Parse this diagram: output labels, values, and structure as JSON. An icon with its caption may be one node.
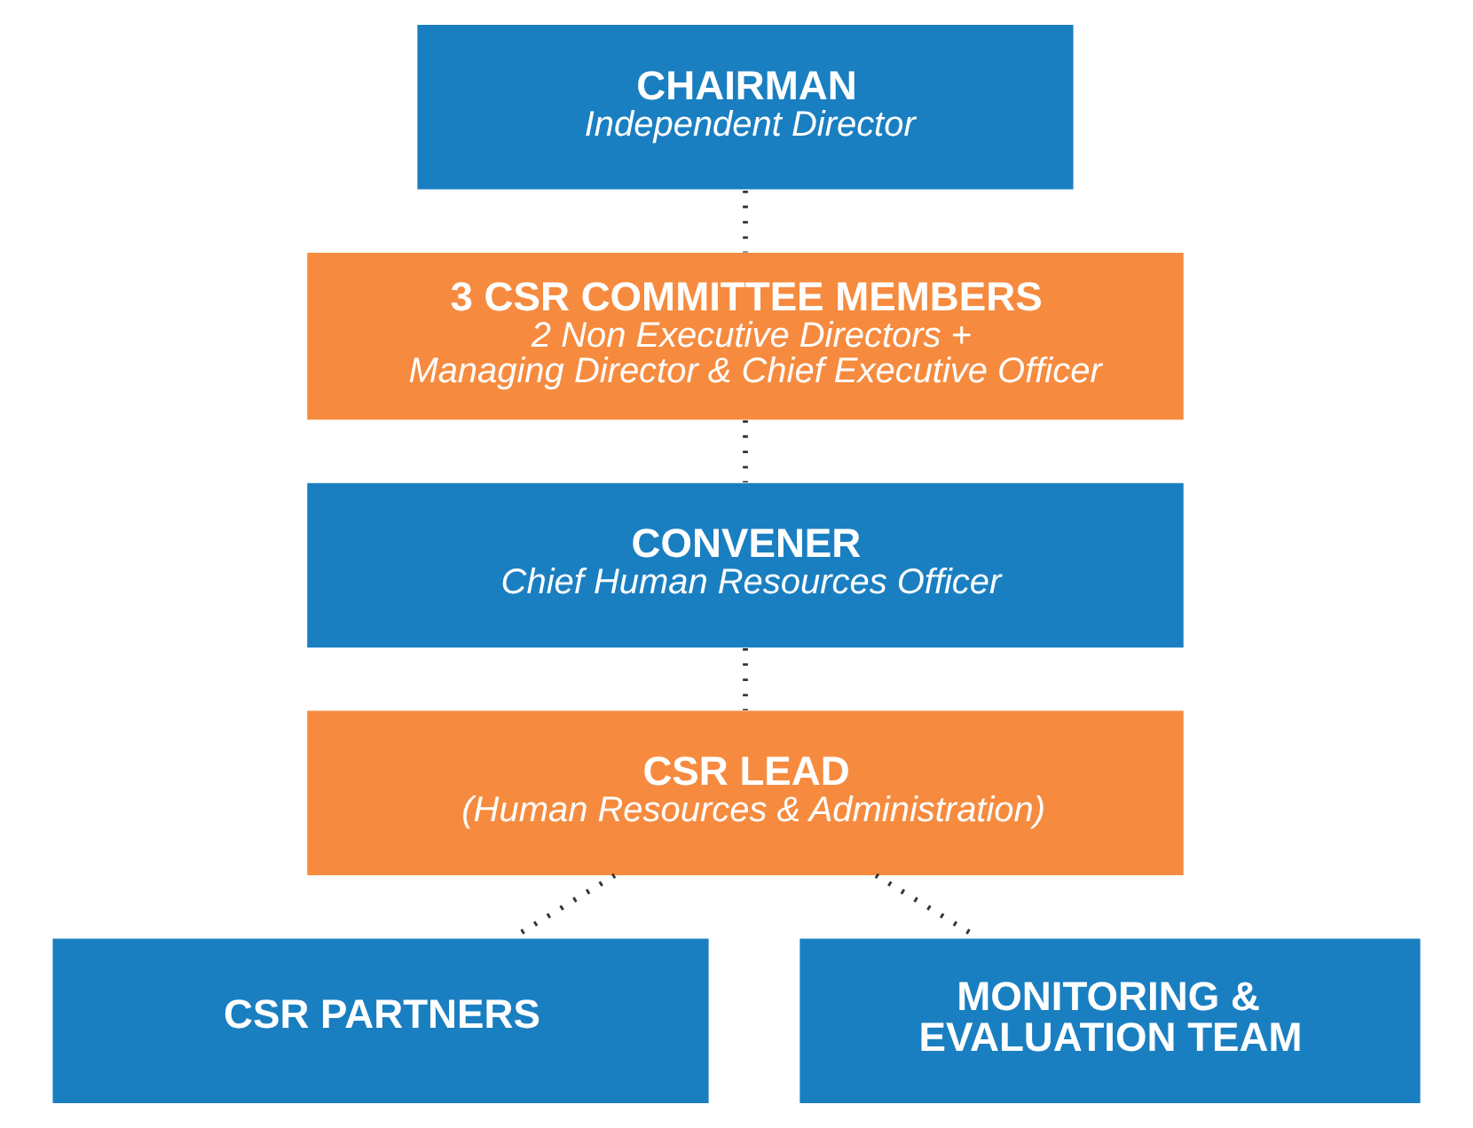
{
  "diagram": {
    "nodes": [
      {
        "text": [
          "CHAIRMAN",
          "Independent Director"
        ]
      },
      {
        "text": [
          "3 CSR COMMITTEE MEMBERS",
          "2 Non Executive Directors + Managing Director & Chief Executive Officer"
        ]
      },
      {
        "text": [
          "CONVENER",
          "Chief Human Resources Officer"
        ]
      },
      {
        "text": [
          "CSR LEAD",
          "(Human Resources & Administration)"
        ]
      },
      {
        "text": [
          "CSR PARTNERS"
        ]
      },
      {
        "text": [
          "MONITORING & EVALUATION TEAM"
        ]
      }
    ],
    "edges": [
      {
        "from": 0,
        "to": 1,
        "arrow": "none"
      },
      {
        "from": 1,
        "to": 2,
        "arrow": "none"
      },
      {
        "from": 2,
        "to": 3,
        "arrow": "none"
      },
      {
        "from": 3,
        "to": 4,
        "arrow": "none"
      },
      {
        "from": 3,
        "to": 5,
        "arrow": "none"
      }
    ]
  }
}
